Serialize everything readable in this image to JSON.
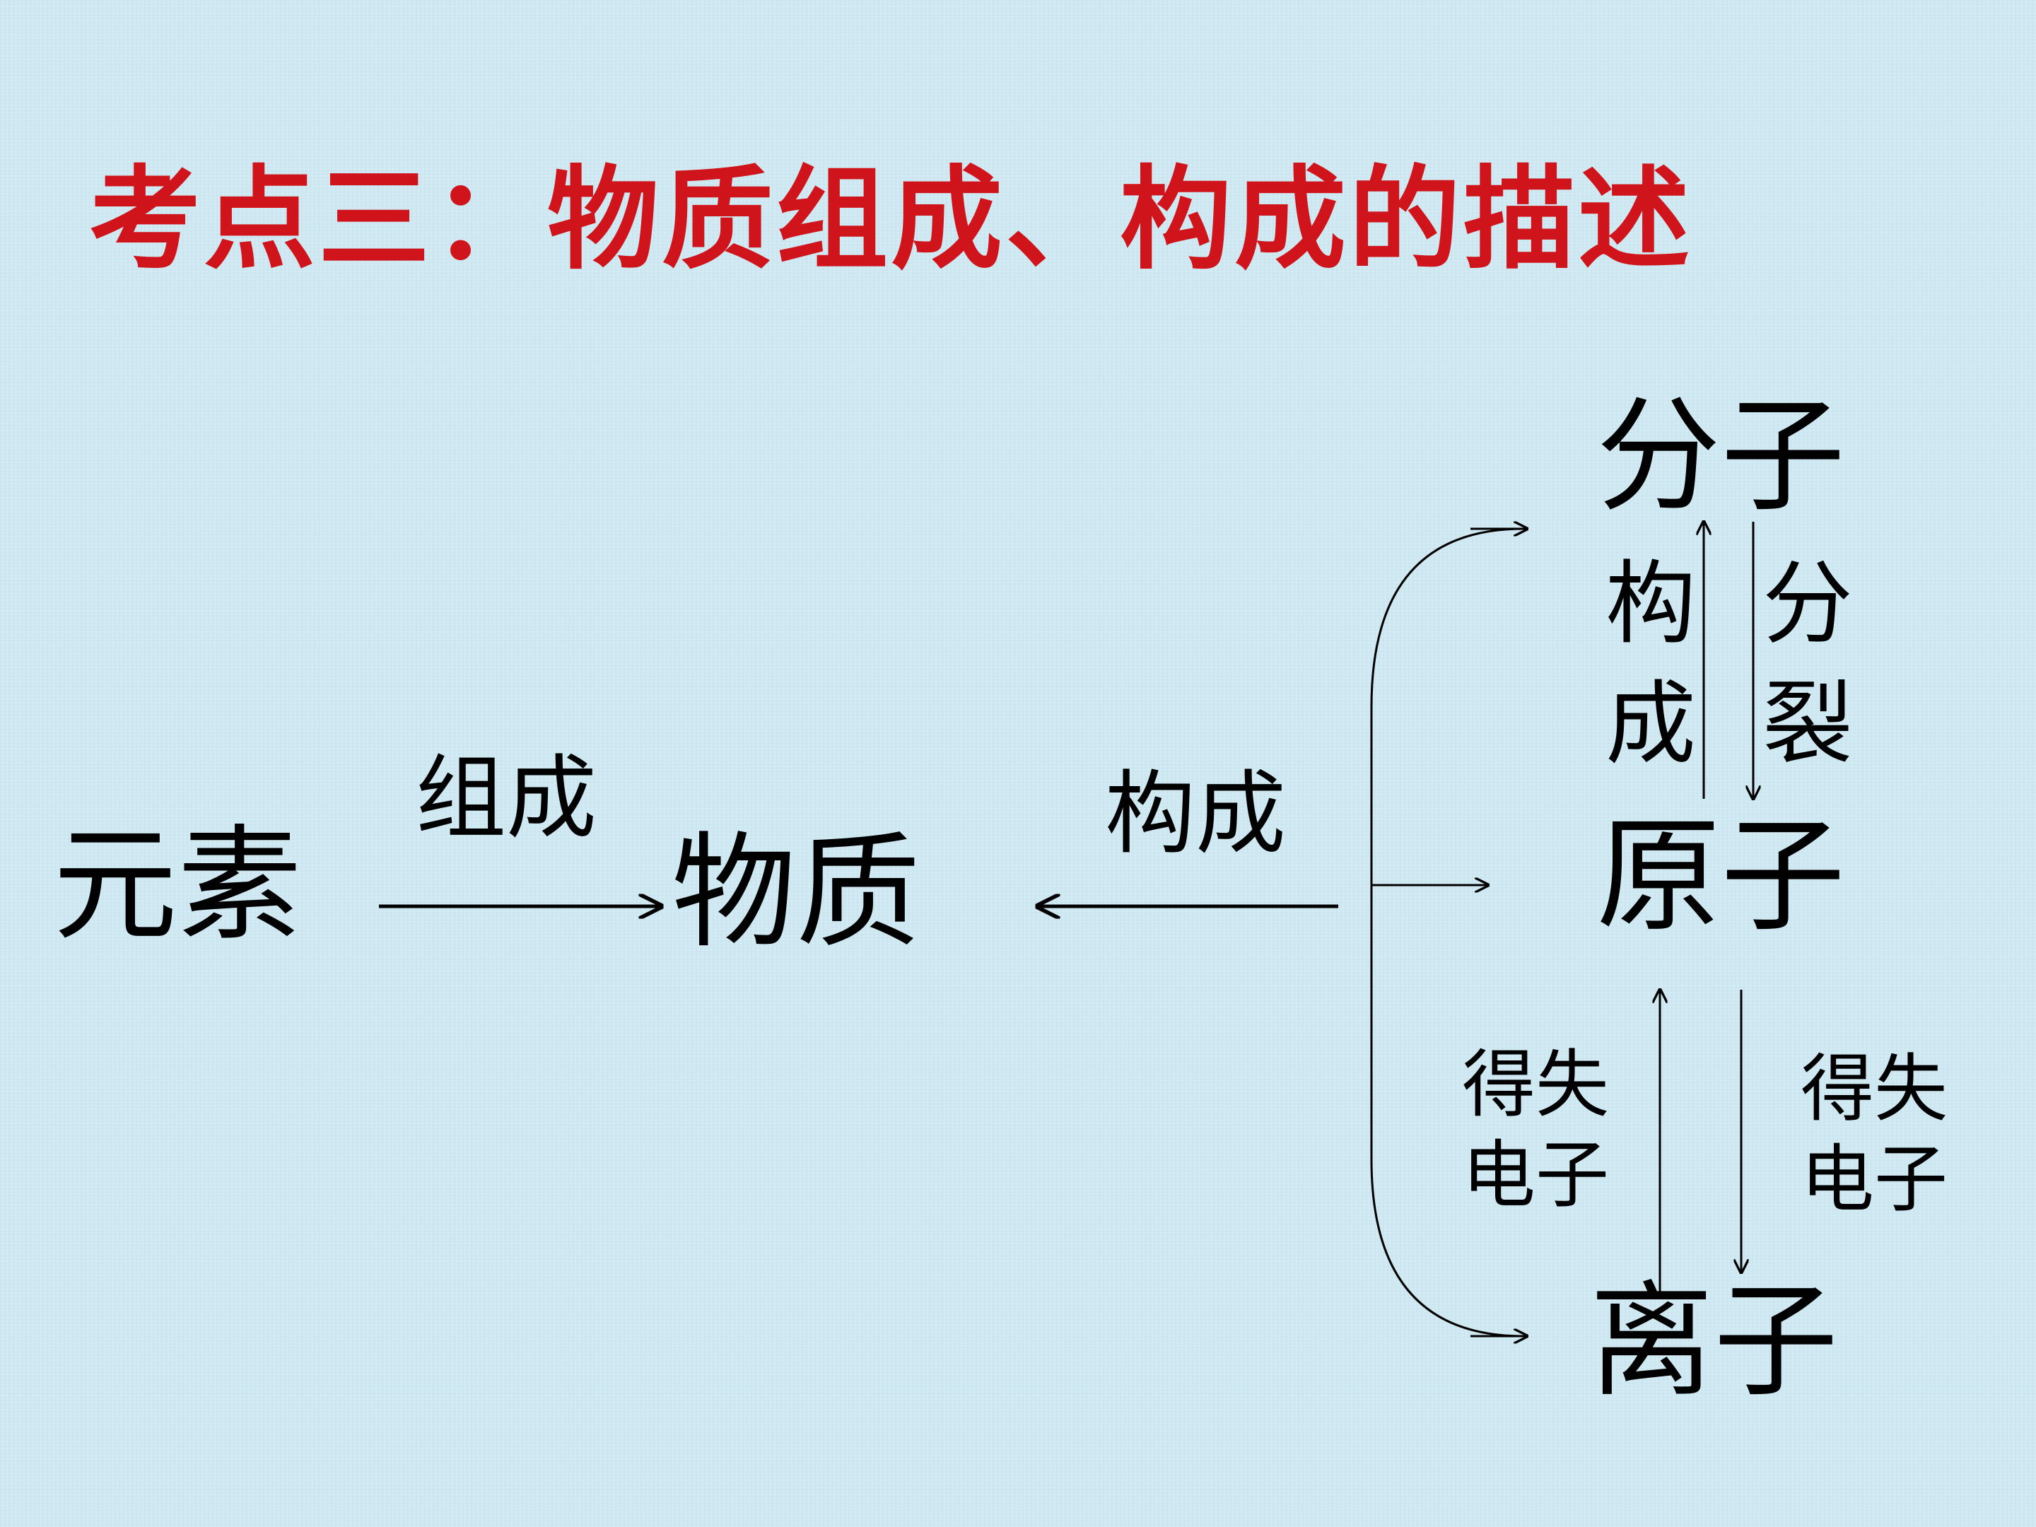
{
  "title": "考点三：物质组成、构成的描述",
  "nodes": {
    "element": "元素",
    "substance": "物质",
    "molecule": "分子",
    "atom": "原子",
    "ion": "离子"
  },
  "edge_labels": {
    "compose": "组成",
    "constitute": "构成",
    "atom_to_molecule_1": "构",
    "atom_to_molecule_2": "成",
    "molecule_split_1": "分",
    "molecule_split_2": "裂",
    "ion_left_1": "得失",
    "ion_left_2": "电子",
    "ion_right_1": "得失",
    "ion_right_2": "电子"
  }
}
